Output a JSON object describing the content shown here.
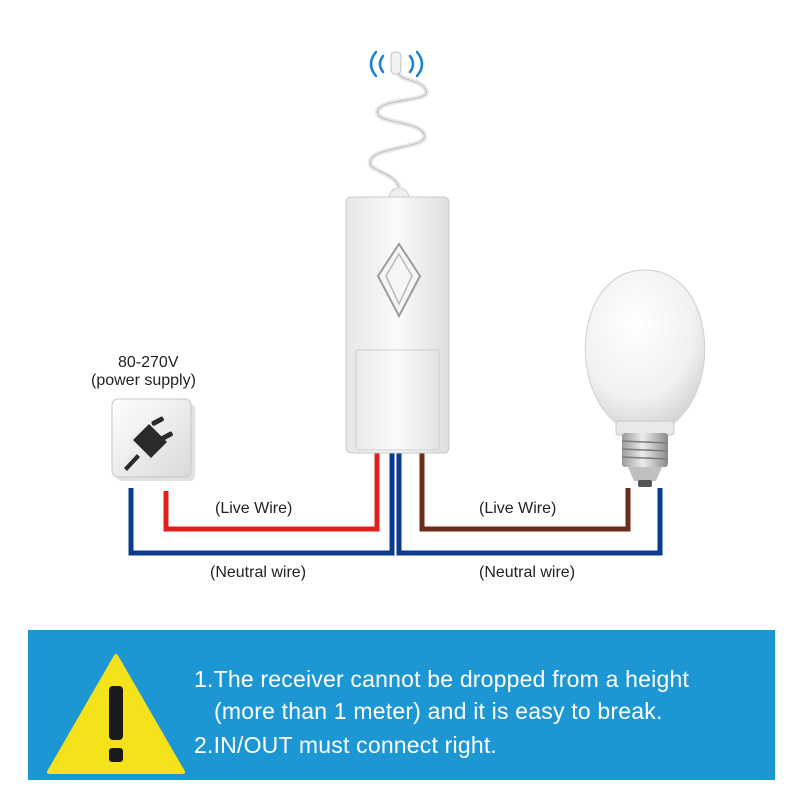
{
  "power": {
    "voltage": "80-270V",
    "caption": "(power supply)"
  },
  "wiring": {
    "input_live_label": "(Live Wire)",
    "input_neutral_label": "(Neutral wire)",
    "output_live_label": "(Live Wire)",
    "output_neutral_label": "(Neutral wire)"
  },
  "colors": {
    "live_in": "#e0211b",
    "live_out": "#6b2e1e",
    "neutral": "#0b3b8c",
    "banner": "#1d97d4",
    "warning": "#f4e21a"
  },
  "icons": {
    "plug": "plug-icon",
    "bulb": "light-bulb-icon",
    "antenna": "antenna-icon",
    "warning": "warning-icon"
  },
  "notes": {
    "line1": "1.The receiver cannot be dropped from a height",
    "line2": "(more than 1 meter) and it is easy to break.",
    "line3": "2.IN/OUT must connect right."
  }
}
